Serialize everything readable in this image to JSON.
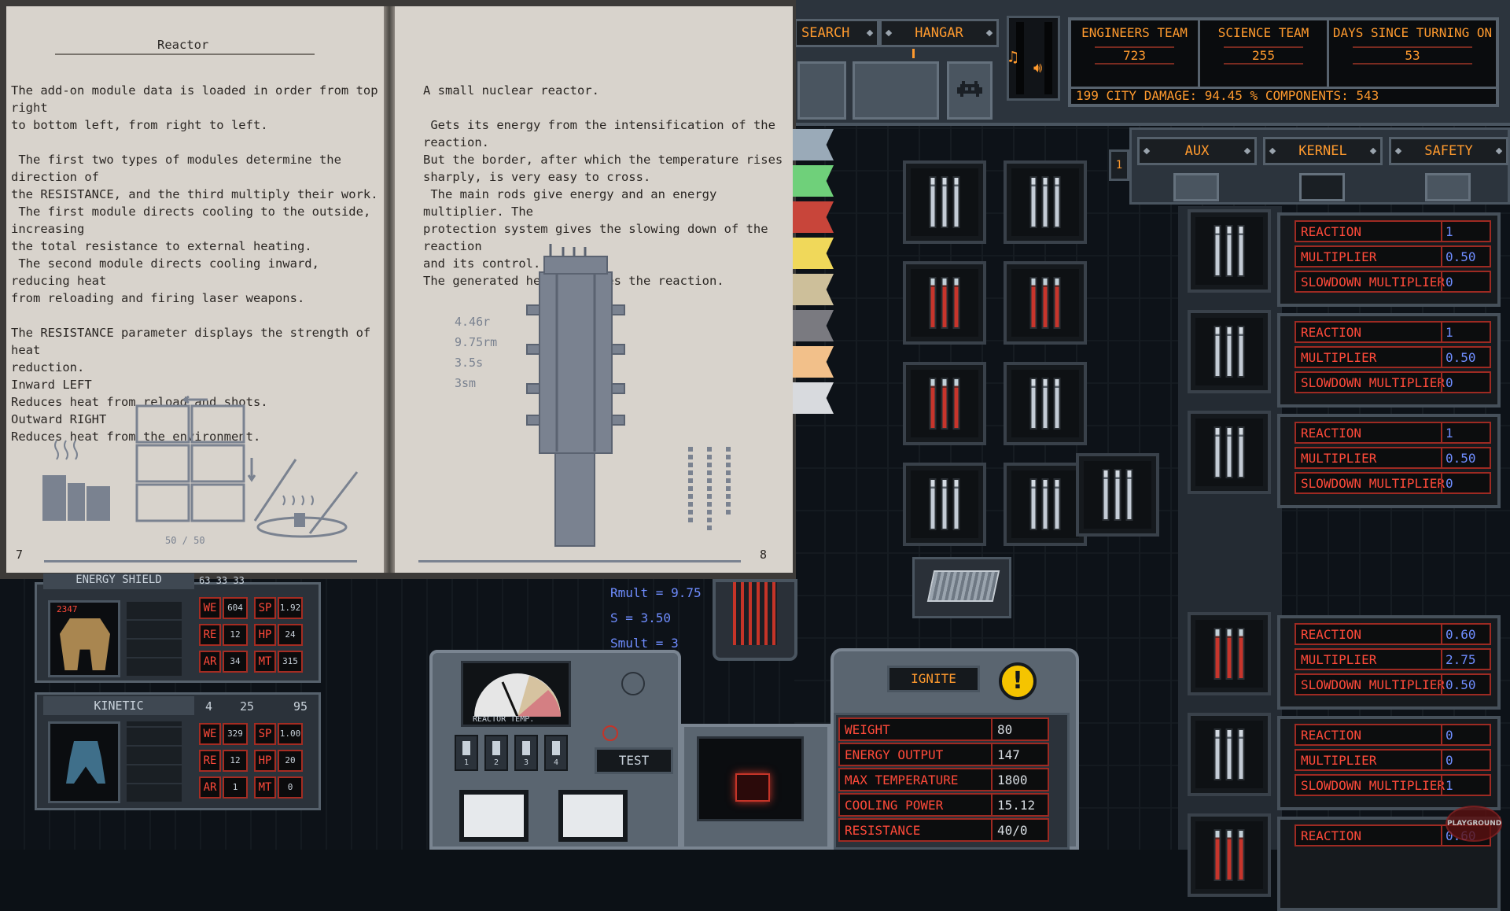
{
  "top_tabs": {
    "search": "SEARCH",
    "hangar": "HANGAR"
  },
  "stats": {
    "engineers_label": "ENGINEERS TEAM",
    "engineers_value": "723",
    "science_label": "SCIENCE TEAM",
    "science_value": "255",
    "days_label": "DAYS SINCE TURNING ON",
    "days_value": "53",
    "status_line": "199 CITY DAMAGE: 94.45 %  COMPONENTS: 543"
  },
  "mode_tabs": {
    "aux": "AUX",
    "kernel": "KERNEL",
    "safety": "SAFETY"
  },
  "param_tables": [
    {
      "reaction": "1",
      "multiplier": "0.50",
      "slowdown": "0"
    },
    {
      "reaction": "1",
      "multiplier": "0.50",
      "slowdown": "0"
    },
    {
      "reaction": "1",
      "multiplier": "0.50",
      "slowdown": "0"
    },
    {
      "reaction": "0.60",
      "multiplier": "2.75",
      "slowdown": "0.50"
    },
    {
      "reaction": "0",
      "multiplier": "0",
      "slowdown": "1"
    },
    {
      "reaction": "0.60"
    }
  ],
  "param_labels": {
    "reaction": "REACTION",
    "multiplier": "MULTIPLIER",
    "slowdown": "SLOWDOWN MULTIPLIER"
  },
  "notebook": {
    "left_title": "Reactor",
    "left_text": "The add-on module data is loaded in order from top right\nto bottom left, from right to left.\n\n The first two types of modules determine the direction of\nthe RESISTANCE, and the third multiply their work.\n The first module directs cooling to the outside, increasing\nthe total resistance to external heating.\n The second module directs cooling inward, reducing heat\nfrom reloading and firing laser weapons.\n\nThe RESISTANCE parameter displays the strength of heat\nreduction.\nInward LEFT\nReduces heat from reload and shots.\nOutward RIGHT\nReduces heat from the environment.",
    "left_grid_caption": "50 / 50",
    "left_page_number": "7",
    "right_text": "A small nuclear reactor.\n\n Gets its energy from the intensification of the reaction.\nBut the border, after which the temperature rises\nsharply, is very easy to cross.\n The main rods give energy and an energy multiplier. The\nprotection system gives the slowing down of the reaction\nand its control.\nThe generated heat enhances the reaction.",
    "right_annotations": [
      "4.46r",
      "9.75rm",
      "3.5s",
      "3sm"
    ],
    "right_page_number": "8"
  },
  "formula": {
    "rmult": "Rmult = 9.75",
    "s": "S = 3.50",
    "smult": "Smult = 3"
  },
  "card_energy": {
    "title": "ENERGY SHIELD",
    "header_stats": "63  33  33",
    "counter": "2347",
    "stats": {
      "we": "604",
      "sp": "1.92",
      "re": "12",
      "hp": "24",
      "ar": "34",
      "mt": "315"
    }
  },
  "card_kinetic": {
    "title": "KINETIC",
    "header_a": "4",
    "header_b": "25",
    "header_c": "95",
    "stats": {
      "we": "329",
      "sp": "1.00",
      "re": "12",
      "hp": "20",
      "ar": "1",
      "mt": "0"
    }
  },
  "stat_keys": {
    "we": "WE",
    "sp": "SP",
    "re": "RE",
    "hp": "HP",
    "ar": "AR",
    "mt": "MT"
  },
  "gauge": {
    "label": "REACTOR TEMP.",
    "switches": [
      "1",
      "2",
      "3",
      "4"
    ]
  },
  "test_button": "TEST",
  "ignite_button": "IGNITE",
  "properties": [
    {
      "label": "WEIGHT",
      "value": "80"
    },
    {
      "label": "ENERGY OUTPUT",
      "value": "147"
    },
    {
      "label": "MAX TEMPERATURE",
      "value": "1800"
    },
    {
      "label": "COOLING POWER",
      "value": "15.12"
    },
    {
      "label": "RESISTANCE",
      "value": "40/0"
    }
  ],
  "watermark": "PLAYGROUND",
  "colors": {
    "accent_orange": "#ff9a2e",
    "label_red": "#ff4a3a",
    "value_blue": "#6f8dff",
    "paper": "#d8d3cc"
  },
  "bookmark_colors": [
    "#9aaab8",
    "#6fd07a",
    "#c8453a",
    "#f0d85a",
    "#cdbf9a",
    "#7a7a80",
    "#f2c08a",
    "#d8dade"
  ],
  "icons": [
    "music-icon",
    "speaker-icon",
    "invader-icon",
    "warning-icon",
    "target-icon",
    "fan-icon"
  ]
}
